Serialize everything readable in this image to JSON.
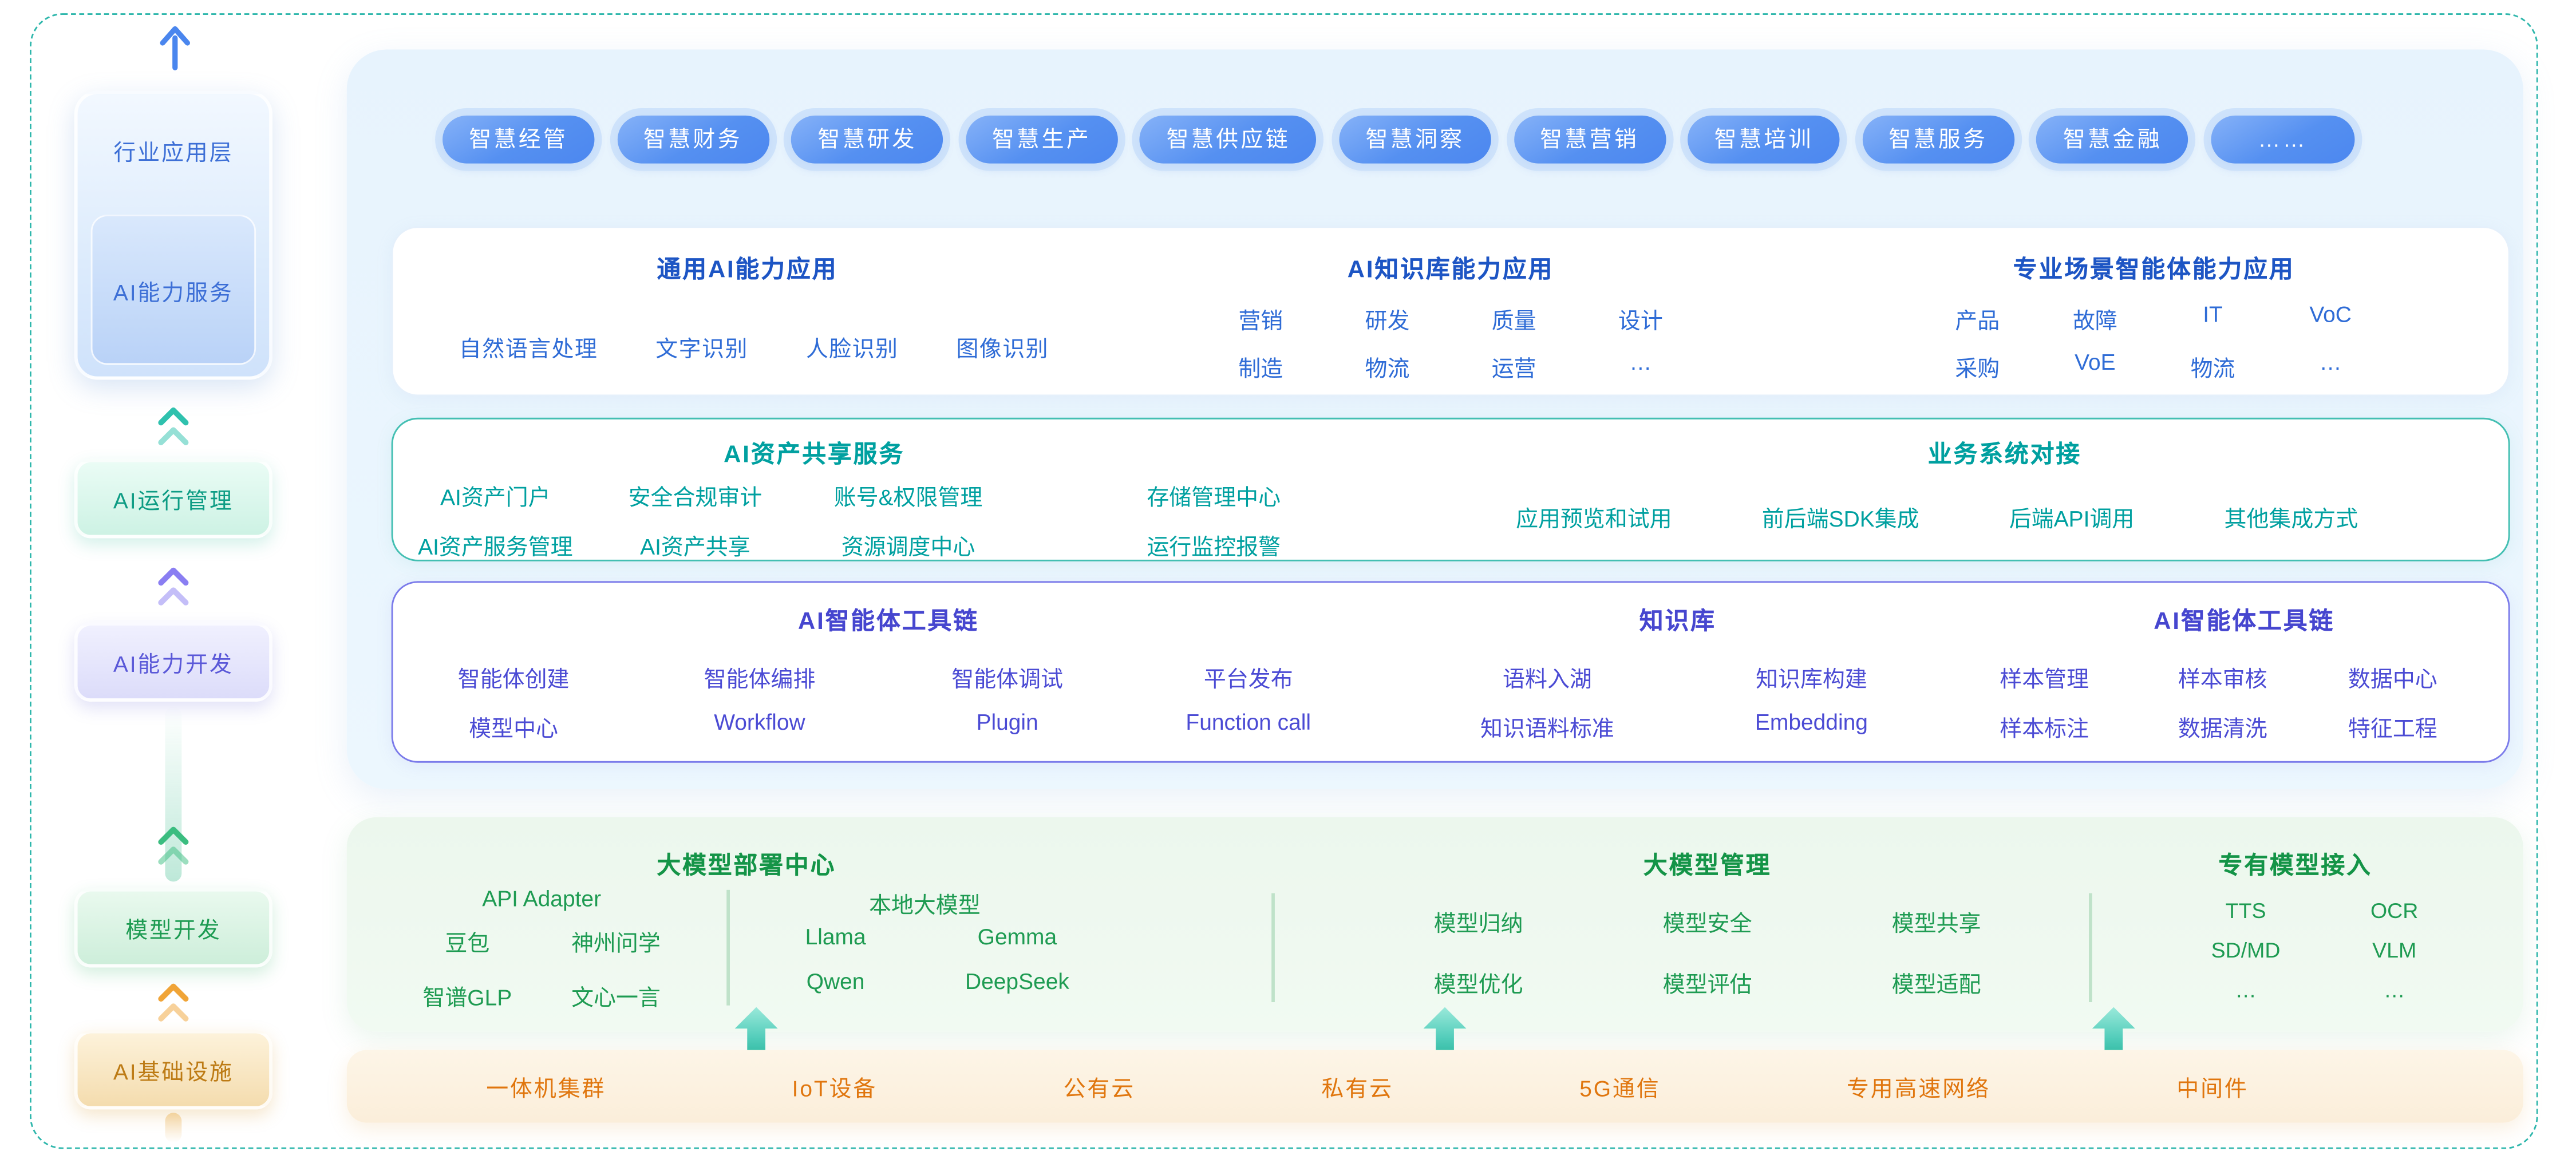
{
  "colors": {
    "frame_teal": "#2fb7ac",
    "pill_blue": "#4c87ef",
    "header_blue": "#1d55c4",
    "item_blue": "#2f6cd6",
    "teal": "#00a0a0",
    "indigo": "#4b4bd4",
    "green": "#1e9b52",
    "orange": "#e0760e"
  },
  "sidebar": {
    "industry_layer": "行业应用层",
    "ai_service": "AI能力服务",
    "ai_ops": "AI运行管理",
    "ai_dev": "AI能力开发",
    "model_dev": "模型开发",
    "ai_infra": "AI基础设施"
  },
  "app": {
    "pills": [
      "智慧经管",
      "智慧财务",
      "智慧研发",
      "智慧生产",
      "智慧供应链",
      "智慧洞察",
      "智慧营销",
      "智慧培训",
      "智慧服务",
      "智慧金融",
      "……"
    ]
  },
  "capability": {
    "general": {
      "title": "通用AI能力应用",
      "items": [
        "自然语言处理",
        "文字识别",
        "人脸识别",
        "图像识别"
      ]
    },
    "knowledge": {
      "title": "AI知识库能力应用",
      "row1": [
        "营销",
        "研发",
        "质量",
        "设计"
      ],
      "row2": [
        "制造",
        "物流",
        "运营",
        "…"
      ]
    },
    "scene": {
      "title": "专业场景智能体能力应用",
      "row1": [
        "产品",
        "故障",
        "IT",
        "VoC"
      ],
      "row2": [
        "采购",
        "VoE",
        "物流",
        "…"
      ]
    }
  },
  "asset": {
    "share": {
      "title": "AI资产共享服务",
      "row1": [
        "AI资产门户",
        "安全合规审计",
        "账号&权限管理",
        "存储管理中心"
      ],
      "row2": [
        "AI资产服务管理",
        "AI资产共享",
        "资源调度中心",
        "运行监控报警"
      ]
    },
    "biz": {
      "title": "业务系统对接",
      "items": [
        "应用预览和试用",
        "前后端SDK集成",
        "后端API调用",
        "其他集成方式"
      ]
    }
  },
  "tool": {
    "agent": {
      "title": "AI智能体工具链",
      "row1": [
        "智能体创建",
        "智能体编排",
        "智能体调试",
        "平台发布"
      ],
      "row2": [
        "模型中心",
        "Workflow",
        "Plugin",
        "Function call"
      ]
    },
    "kb": {
      "title": "知识库",
      "row1": [
        "语料入湖",
        "知识库构建"
      ],
      "row2": [
        "知识语料标准",
        "Embedding"
      ]
    },
    "data": {
      "title": "AI智能体工具链",
      "row1": [
        "样本管理",
        "样本审核",
        "数据中心"
      ],
      "row2": [
        "样本标注",
        "数据清洗",
        "特征工程"
      ]
    }
  },
  "model": {
    "deploy": {
      "title": "大模型部署中心",
      "api_label": "API Adapter",
      "api_row1": [
        "豆包",
        "神州问学"
      ],
      "api_row2": [
        "智谱GLP",
        "文心一言"
      ],
      "local_label": "本地大模型",
      "local_row1": [
        "Llama",
        "Gemma"
      ],
      "local_row2": [
        "Qwen",
        "DeepSeek"
      ]
    },
    "manage": {
      "title": "大模型管理",
      "row1": [
        "模型归纳",
        "模型安全",
        "模型共享"
      ],
      "row2": [
        "模型优化",
        "模型评估",
        "模型适配"
      ]
    },
    "private": {
      "title": "专有模型接入",
      "row1": [
        "TTS",
        "OCR"
      ],
      "row2": [
        "SD/MD",
        "VLM"
      ],
      "row3": [
        "…",
        "…"
      ]
    }
  },
  "infra": {
    "items": [
      "一体机集群",
      "IoT设备",
      "公有云",
      "私有云",
      "5G通信",
      "专用高速网络",
      "中间件"
    ]
  }
}
